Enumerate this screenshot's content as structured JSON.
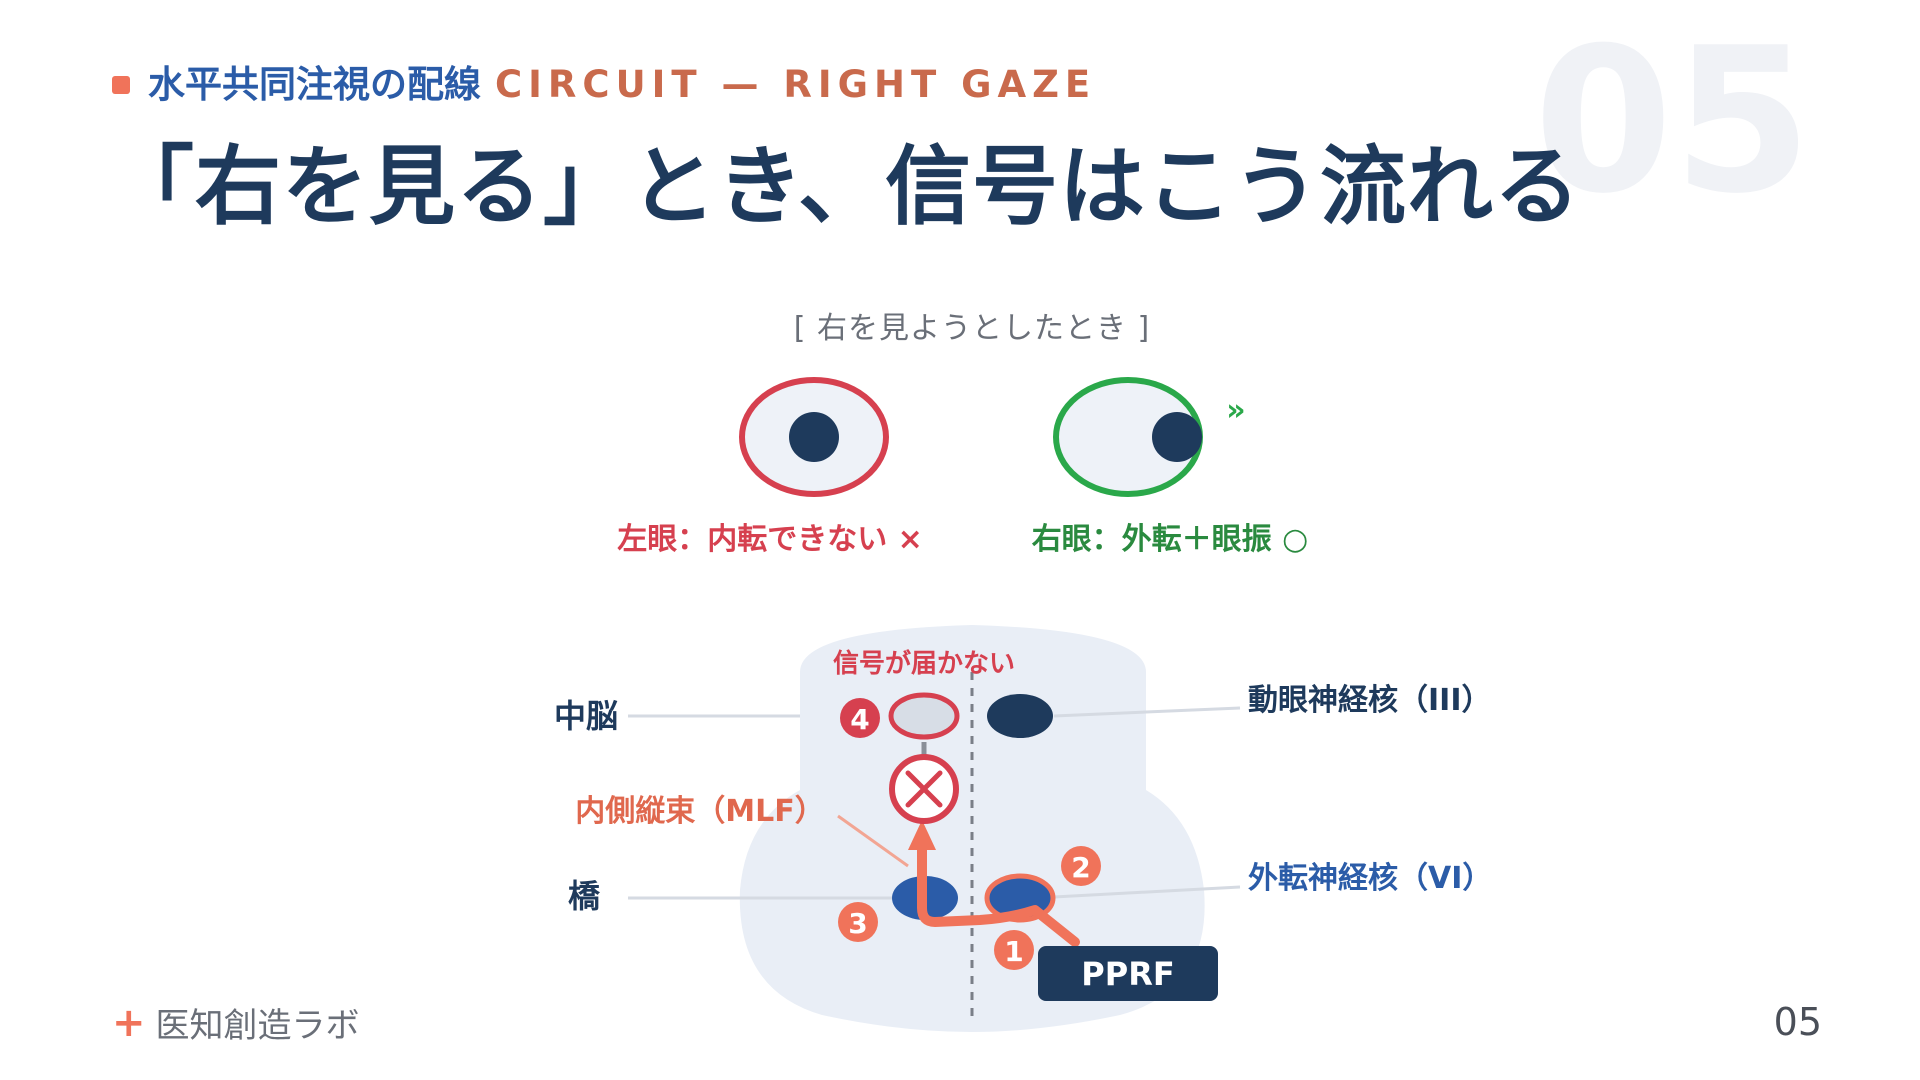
{
  "header": {
    "label_jp": "水平共同注視の配線",
    "label_en": "CIRCUIT — RIGHT GAZE",
    "title": "「右を見る」とき、信号はこう流れる",
    "slide_number_large": "05"
  },
  "gaze": {
    "caption": "[ 右を見ようとしたとき ]",
    "left_eye_label": "左眼：内転できない ×",
    "right_eye_label": "右眼：外転＋眼振 ○",
    "nystagmus_mark": "»"
  },
  "brainstem": {
    "signal_blocked": "信号が届かない",
    "midbrain_label": "中脳",
    "pons_label": "橋",
    "oculomotor_label": "動眼神経核（III）",
    "abducens_label": "外転神経核（VI）",
    "mlf_label": "内側縦束（MLF）",
    "pprf_label": "PPRF",
    "steps": [
      "1",
      "2",
      "3",
      "4"
    ]
  },
  "colors": {
    "navy": "#1e3a5c",
    "red": "#d6404f",
    "green": "#2aa84a",
    "orange": "#f0735a",
    "blue": "#2b5ca8"
  },
  "footer": {
    "plus": "+",
    "brand": "医知創造ラボ",
    "page_number": "05"
  }
}
